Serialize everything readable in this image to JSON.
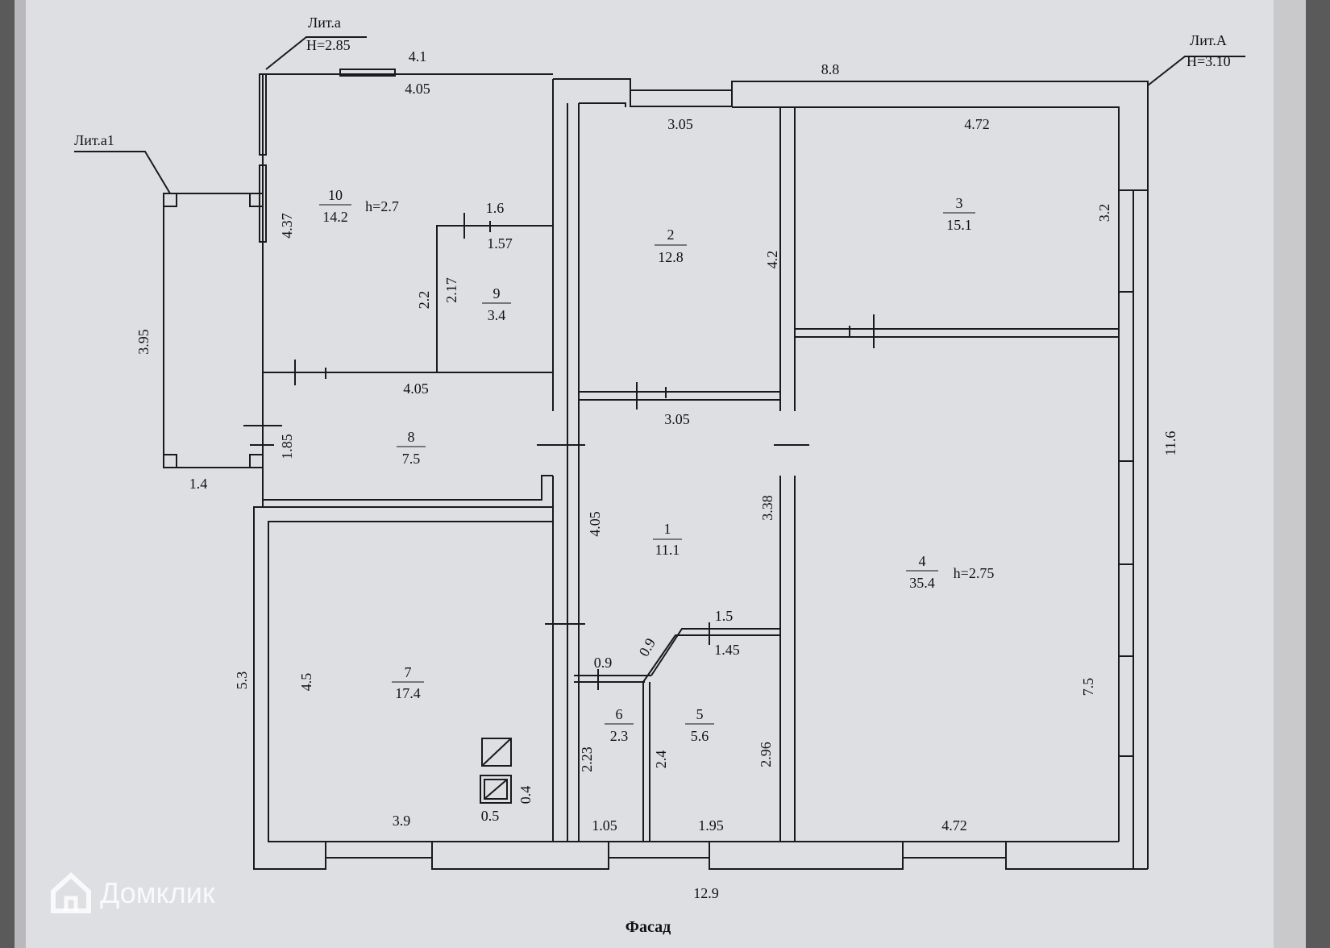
{
  "liters": {
    "a": {
      "name": "Лит.а",
      "height": "H=2.85"
    },
    "A": {
      "name": "Лит.А",
      "height": "H=3.10"
    },
    "a1": {
      "name": "Лит.а1"
    }
  },
  "rooms": [
    {
      "num": "1",
      "area": "11.1",
      "h": ""
    },
    {
      "num": "2",
      "area": "12.8",
      "h": ""
    },
    {
      "num": "3",
      "area": "15.1",
      "h": ""
    },
    {
      "num": "4",
      "area": "35.4",
      "h": "h=2.75"
    },
    {
      "num": "5",
      "area": "5.6",
      "h": ""
    },
    {
      "num": "6",
      "area": "2.3",
      "h": ""
    },
    {
      "num": "7",
      "area": "17.4",
      "h": ""
    },
    {
      "num": "8",
      "area": "7.5",
      "h": ""
    },
    {
      "num": "9",
      "area": "3.4",
      "h": ""
    },
    {
      "num": "10",
      "area": "14.2",
      "h": "h=2.7"
    }
  ],
  "dimensions": [
    "4.1",
    "4.05",
    "8.8",
    "3.05",
    "4.72",
    "4.37",
    "1.6",
    "1.57",
    "2.2",
    "2.17",
    "3.95",
    "4.2",
    "3.2",
    "4.05",
    "3.05",
    "1.85",
    "1.4",
    "11.6",
    "4.05",
    "3.38",
    "5.3",
    "4.5",
    "1.5",
    "1.45",
    "0.9",
    "0.9",
    "2.23",
    "2.4",
    "2.96",
    "7.5",
    "0.4",
    "0.5",
    "3.9",
    "1.05",
    "1.95",
    "4.72",
    "12.9"
  ],
  "facade_label": "Фасад",
  "watermark": "Домклик",
  "colors": {
    "paper": "#dedfe3",
    "line": "#1a1a1a",
    "background": "#5a5a5a"
  }
}
